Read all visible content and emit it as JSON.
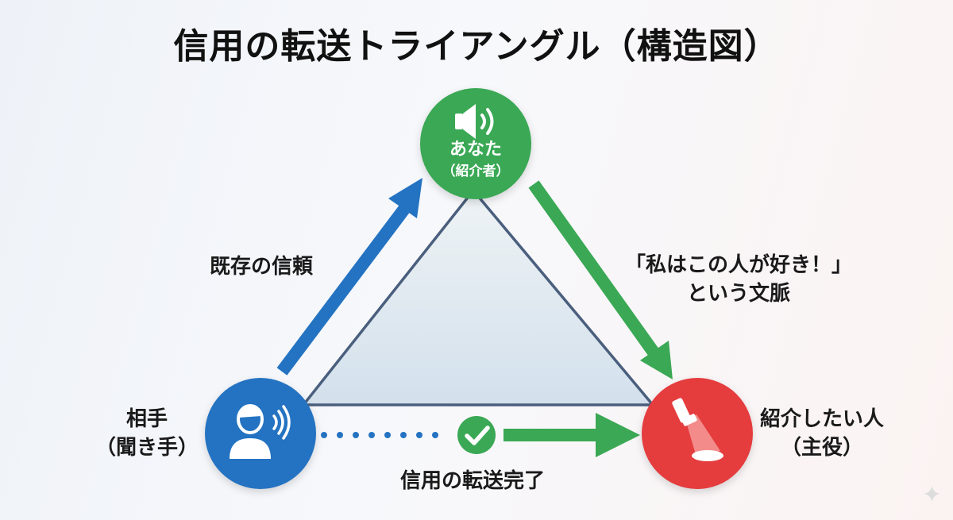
{
  "title": "信用の転送トライアングル（構造図）",
  "nodes": {
    "introducer": {
      "label": "あなた",
      "sublabel": "（紹介者）",
      "color": "#3aa854",
      "icon": "speaker-icon"
    },
    "listener": {
      "label_line1": "相手",
      "label_line2": "（聞き手）",
      "color": "#2473c2",
      "icon": "person-listening-icon"
    },
    "subject": {
      "label_line1": "紹介したい人",
      "label_line2": "（主役）",
      "color": "#e53c3e",
      "icon": "spotlight-icon"
    }
  },
  "edges": {
    "listener_to_introducer": {
      "label": "既存の信頼",
      "color": "#2473c2"
    },
    "introducer_to_subject": {
      "label_line1": "「私はこの人が好き！」",
      "label_line2": "という文脈",
      "color": "#3aa854"
    },
    "listener_to_subject": {
      "label": "信用の転送完了",
      "color": "#3aa854",
      "dots_color": "#2473c2",
      "check_icon": "check-circle-icon"
    }
  },
  "triangle": {
    "fill": "#dce6ef",
    "stroke": "#4a5f7d"
  }
}
